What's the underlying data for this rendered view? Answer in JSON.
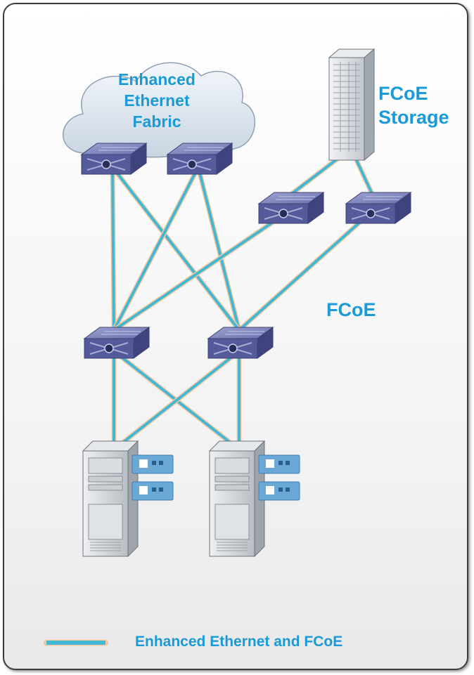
{
  "colors": {
    "link": "#42b8d4",
    "link_glow": "#f5c9a0",
    "label": "#1a9ad6",
    "switch_top": "#7a7fb8",
    "switch_front": "#4a4f8e",
    "cloud": "#dde6f0",
    "server": "#d5d9dd",
    "hba": "#6aa9d6"
  },
  "labels": {
    "cloud_line1": "Enhanced",
    "cloud_line2": "Ethernet",
    "cloud_line3": "Fabric",
    "storage_line1": "FCoE",
    "storage_line2": "Storage",
    "fcoe": "FCoE",
    "legend": "Enhanced Ethernet and FCoE"
  },
  "icons": {
    "cloud": "cloud-icon",
    "switch": "switch-icon",
    "storage": "storage-array-icon",
    "server": "server-tower-icon",
    "adapter": "network-adapter-icon"
  }
}
